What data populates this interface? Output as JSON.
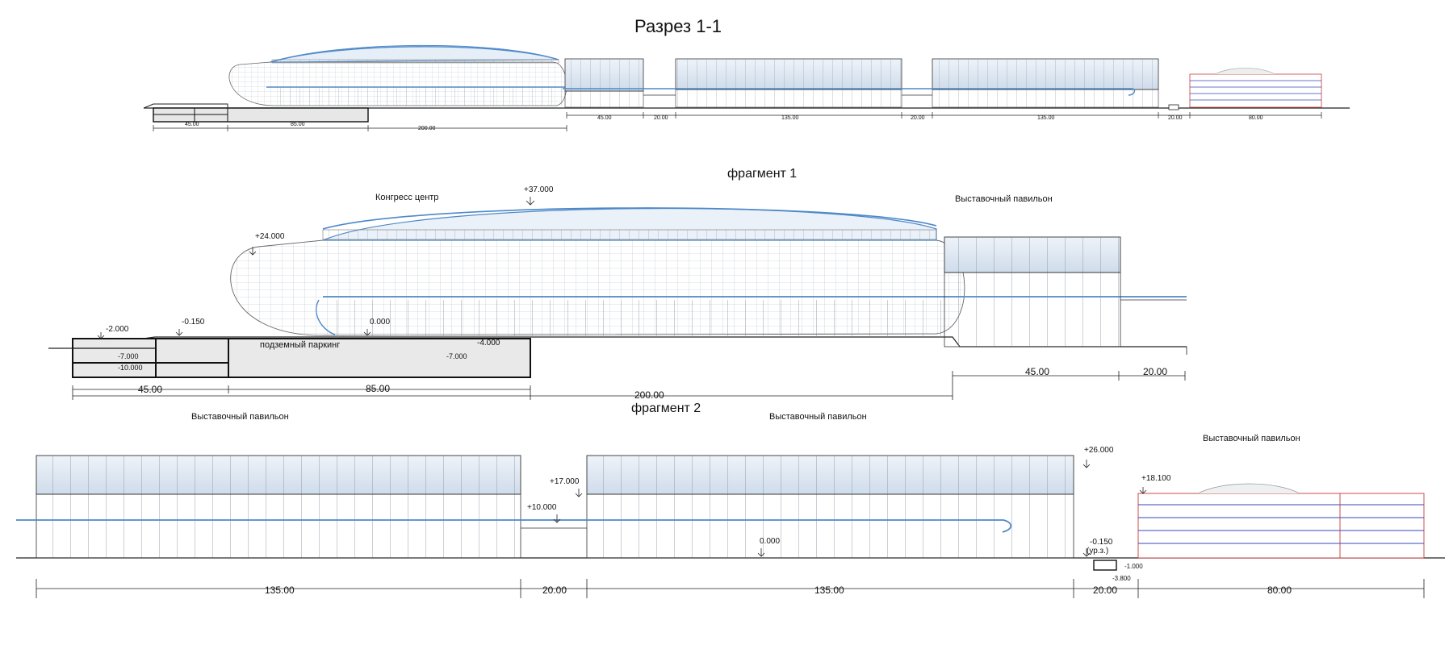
{
  "sheet": {
    "title": "Разрез 1-1",
    "fragment1_title": "фрагмент 1",
    "fragment2_title": "фрагмент 2"
  },
  "overview": {
    "dims_bottom": [
      "45.00",
      "85.00",
      "200.00"
    ],
    "dims_right": [
      "45.00",
      "20.00",
      "135.00",
      "20.00",
      "135.00",
      "20.00",
      "80.00"
    ]
  },
  "fragment1": {
    "labels": {
      "congress": "Конгресс центр",
      "pavilion": "Выставочный павильон",
      "parking": "подземный паркинг"
    },
    "levels": {
      "top": "+37.000",
      "shell": "+24.000",
      "ground_left": "-2.000",
      "entry": "-0.150",
      "zero": "0.000",
      "park_top": "-4.000",
      "park_a": "-7.000",
      "park_b": "-7.000",
      "park_c": "-10.000"
    },
    "dims": {
      "d45": "45.00",
      "d85": "85.00",
      "d200": "200.00",
      "r45": "45.00",
      "r20": "20.00"
    }
  },
  "fragment2": {
    "labels": {
      "pav_a": "Выставочный павильон",
      "pav_b": "Выставочный павильон",
      "pav_c": "Выставочный павильон"
    },
    "levels": {
      "l26": "+26.000",
      "l17": "+17.000",
      "l10": "+10.000",
      "zero": "0.000",
      "ground": "-0.150",
      "ground_note": "(ур.з.)",
      "l18": "+18.100",
      "m1": "-1.000",
      "m38": "-3.800"
    },
    "dims": {
      "a135": "135.00",
      "a20": "20.00",
      "b135": "135.00",
      "b20": "20.00",
      "b80": "80.00"
    }
  },
  "colors": {
    "line": "#222222",
    "roof": "#4d88c8",
    "glass": "#dbe6f1",
    "facade_red": "#c8393b",
    "facade_blue": "#3a47b8"
  }
}
